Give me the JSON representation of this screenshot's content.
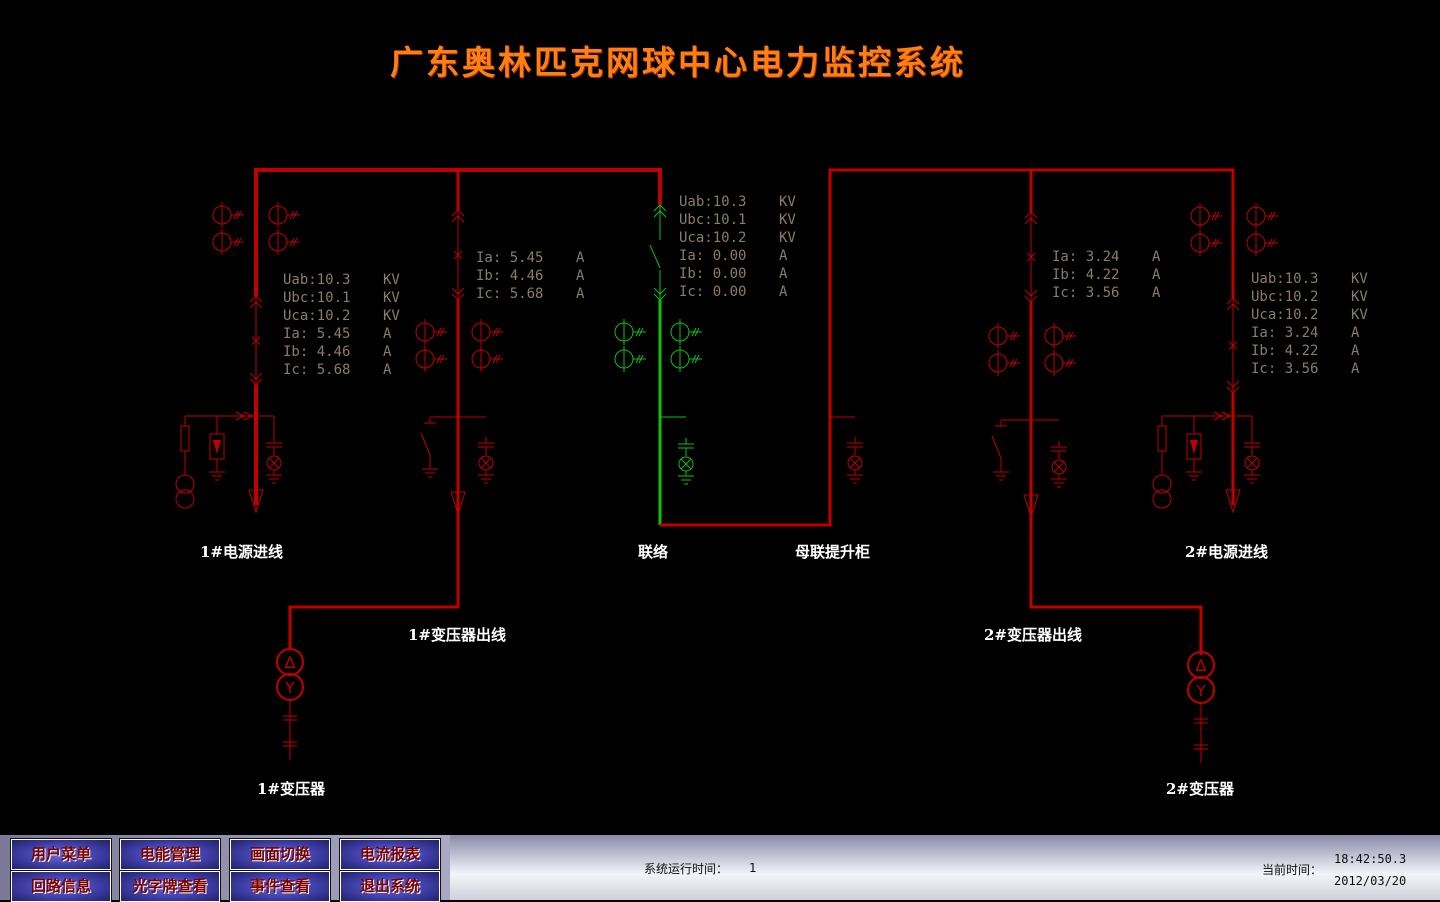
{
  "title": "广东奥林匹克网球中心电力监控系统",
  "labels": {
    "in1": "1#电源进线",
    "tie": "联络",
    "riser": "母联提升柜",
    "in2": "2#电源进线",
    "out1": "1#变压器出线",
    "out2": "2#变压器出线",
    "tr1": "1#变压器",
    "tr2": "2#变压器"
  },
  "readings": {
    "in1": [
      [
        "Uab:10.3",
        "KV"
      ],
      [
        "Ubc:10.1",
        "KV"
      ],
      [
        "Uca:10.2",
        "KV"
      ],
      [
        "Ia: 5.45",
        "A"
      ],
      [
        "Ib: 4.46",
        "A"
      ],
      [
        "Ic: 5.68",
        "A"
      ]
    ],
    "out1": [
      [
        "Ia: 5.45",
        "A"
      ],
      [
        "Ib: 4.46",
        "A"
      ],
      [
        "Ic: 5.68",
        "A"
      ]
    ],
    "tie": [
      [
        "Uab:10.3",
        "KV"
      ],
      [
        "Ubc:10.1",
        "KV"
      ],
      [
        "Uca:10.2",
        "KV"
      ],
      [
        "Ia: 0.00",
        "A"
      ],
      [
        "Ib: 0.00",
        "A"
      ],
      [
        "Ic: 0.00",
        "A"
      ]
    ],
    "out2": [
      [
        "Ia: 3.24",
        "A"
      ],
      [
        "Ib: 4.22",
        "A"
      ],
      [
        "Ic: 3.56",
        "A"
      ]
    ],
    "in2": [
      [
        "Uab:10.3",
        "KV"
      ],
      [
        "Ubc:10.2",
        "KV"
      ],
      [
        "Uca:10.2",
        "KV"
      ],
      [
        "Ia: 3.24",
        "A"
      ],
      [
        "Ib: 4.22",
        "A"
      ],
      [
        "Ic: 3.56",
        "A"
      ]
    ]
  },
  "colors": {
    "energized": "#c00000",
    "tie": "#10c010",
    "text": "#8c7c62",
    "title": "#ff7f10"
  },
  "menu": [
    "用户菜单",
    "电能管理",
    "画面切换",
    "电流报表",
    "回路信息",
    "光字牌查看",
    "事件查看",
    "退出系统"
  ],
  "status": {
    "runtime_label": "系统运行时间：",
    "runtime_value": "1",
    "time_label": "当前时间：",
    "time": "18:42:50.3",
    "date": "2012/03/20"
  }
}
